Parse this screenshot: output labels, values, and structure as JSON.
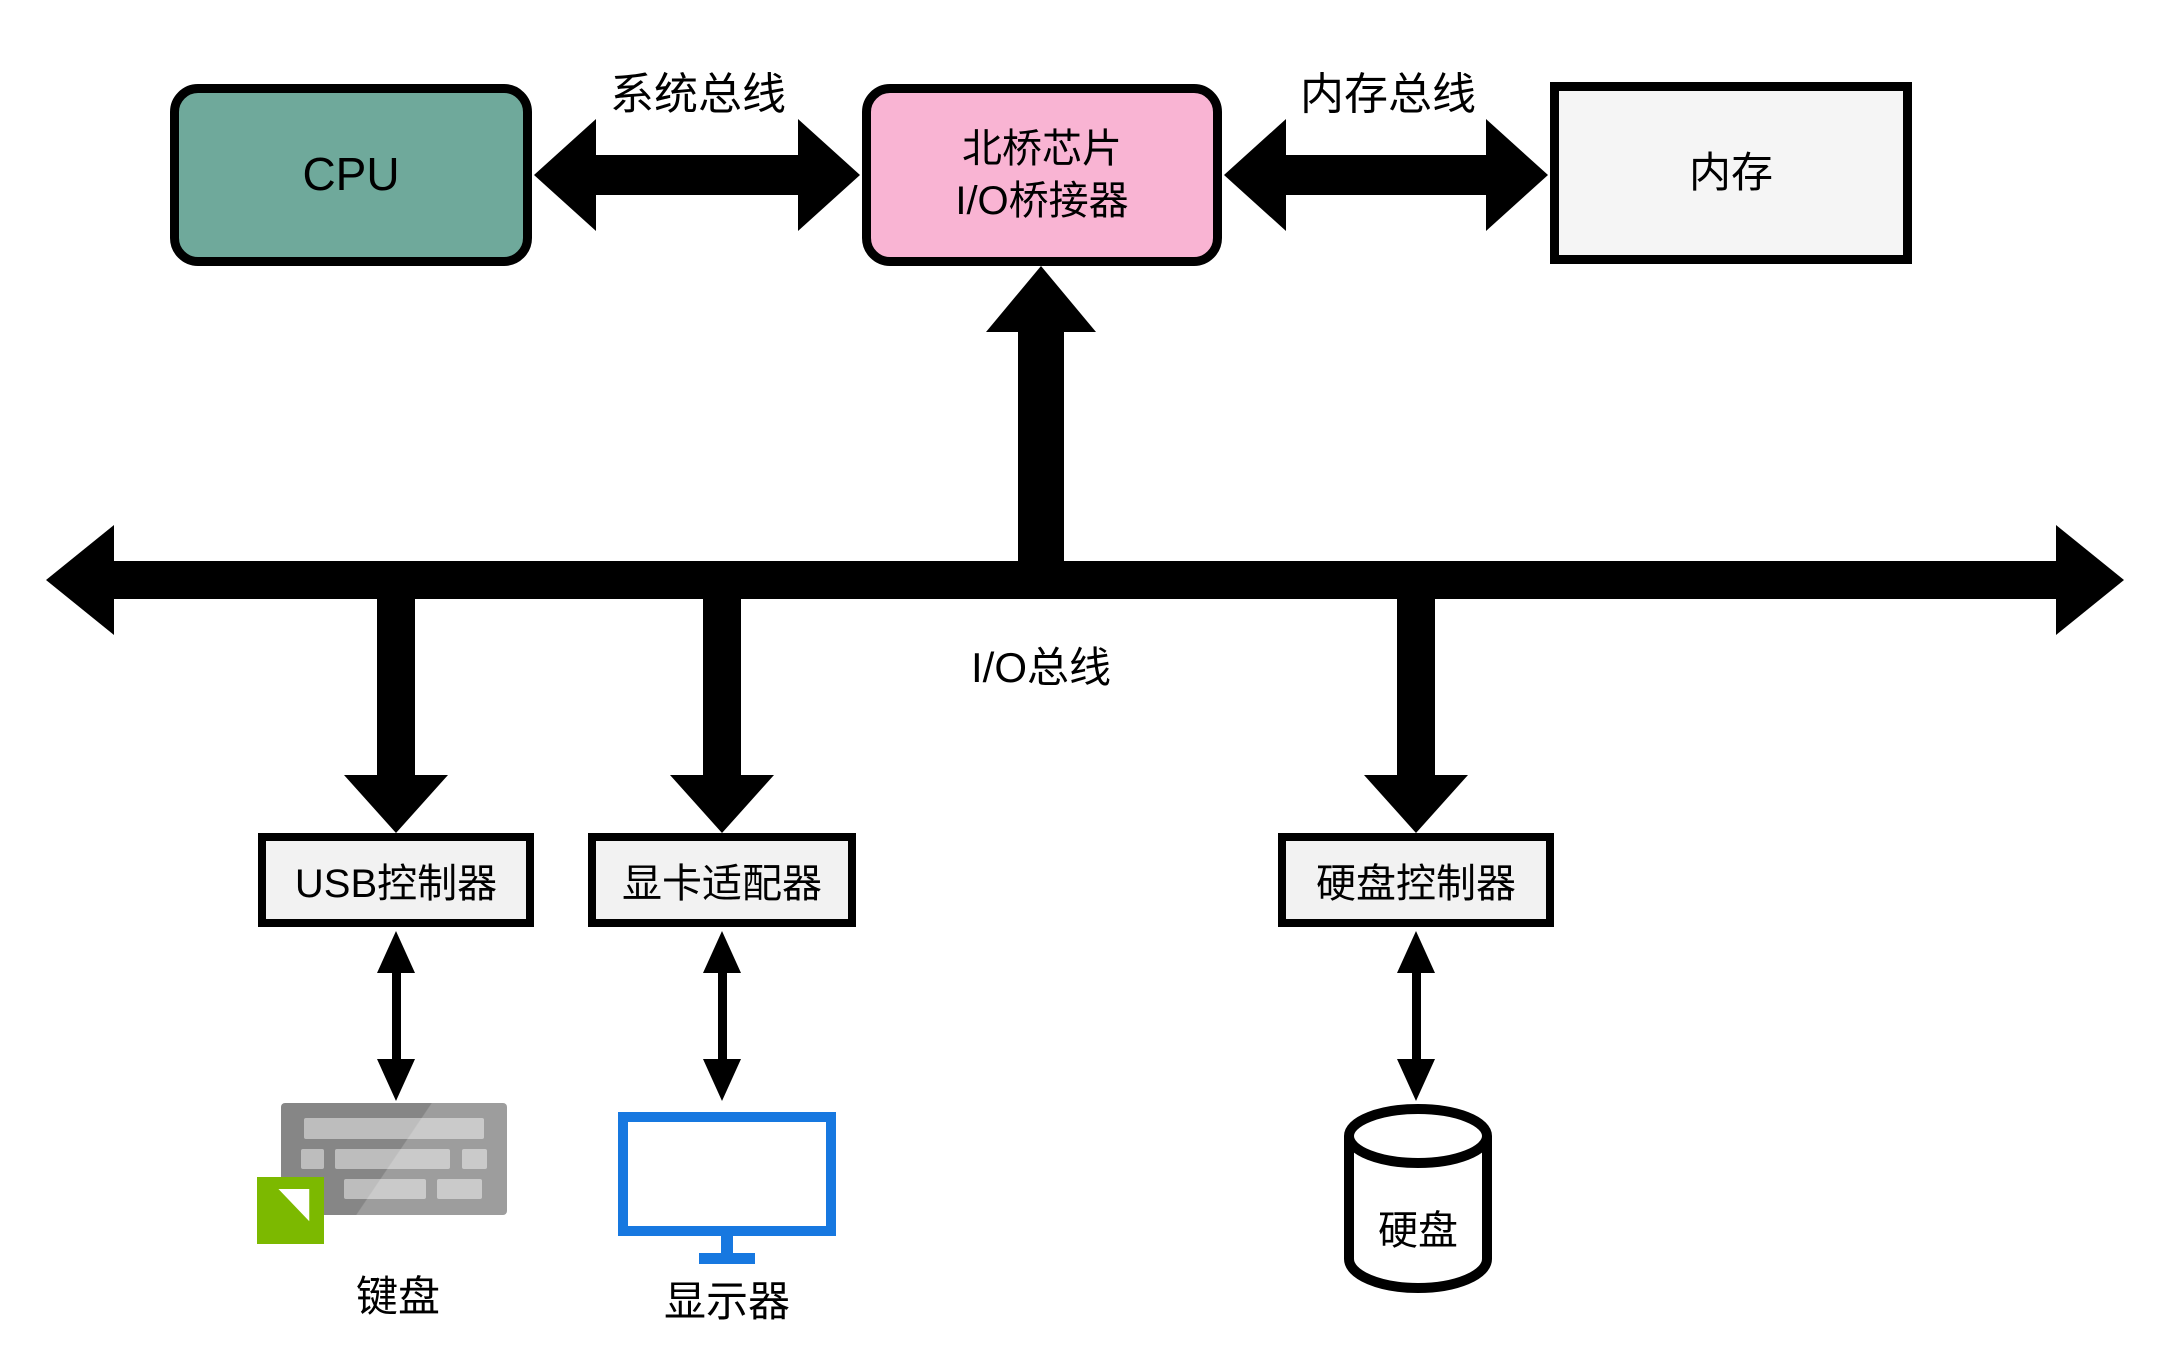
{
  "diagram": {
    "nodes": {
      "cpu": {
        "label": "CPU",
        "fill": "#6FA99B"
      },
      "northbridge": {
        "line1": "北桥芯片",
        "line2": "I/O桥接器",
        "fill": "#F9B4D3"
      },
      "memory": {
        "label": "内存",
        "fill": "#F5F5F5"
      },
      "usb_controller": {
        "label": "USB控制器",
        "fill": "#F2F2F2"
      },
      "graphics_adapter": {
        "label": "显卡适配器",
        "fill": "#F2F2F2"
      },
      "disk_controller": {
        "label": "硬盘控制器",
        "fill": "#F2F2F2"
      }
    },
    "buses": {
      "system_bus": {
        "label": "系统总线"
      },
      "memory_bus": {
        "label": "内存总线"
      },
      "io_bus": {
        "label": "I/O总线"
      }
    },
    "devices": {
      "keyboard": {
        "label": "键盘",
        "badge_color": "#7CB900",
        "body_color": "#8A8A8A"
      },
      "display": {
        "label": "显示器",
        "accent_color": "#1778E0"
      },
      "hard_disk": {
        "label": "硬盘"
      }
    },
    "colors": {
      "arrow": "#000000",
      "border": "#000000",
      "background": "#FFFFFF"
    }
  }
}
